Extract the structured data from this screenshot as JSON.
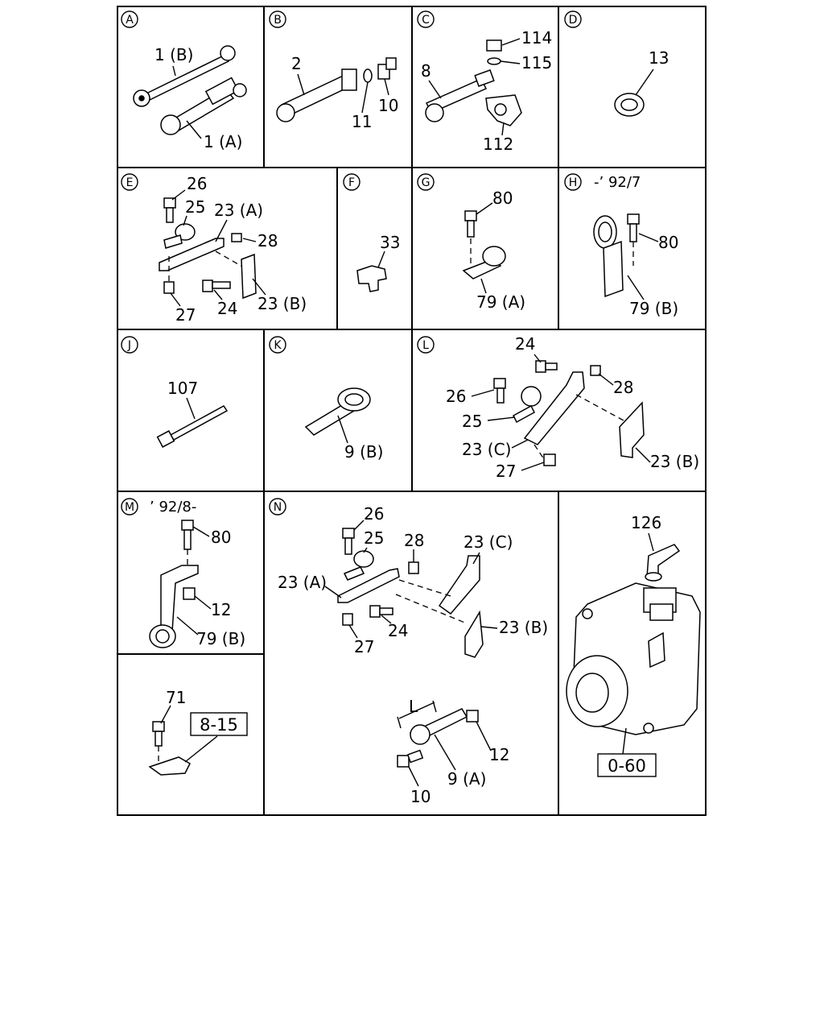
{
  "panels": {
    "A": {
      "letter": "A",
      "parts": [
        "1 (B)",
        "1 (A)"
      ]
    },
    "B": {
      "letter": "B",
      "parts": [
        "2",
        "11",
        "10"
      ]
    },
    "C": {
      "letter": "C",
      "parts": [
        "114",
        "115",
        "8",
        "112"
      ]
    },
    "D": {
      "letter": "D",
      "parts": [
        "13"
      ]
    },
    "E": {
      "letter": "E",
      "parts": [
        "26",
        "25",
        "23 (A)",
        "28",
        "27",
        "24",
        "23 (B)"
      ]
    },
    "F": {
      "letter": "F",
      "parts": [
        "33"
      ]
    },
    "G": {
      "letter": "G",
      "parts": [
        "80",
        "79 (A)"
      ]
    },
    "H": {
      "letter": "H",
      "note": "-’ 92/7",
      "parts": [
        "80",
        "79 (B)"
      ]
    },
    "J": {
      "letter": "J",
      "parts": [
        "107"
      ]
    },
    "K": {
      "letter": "K",
      "parts": [
        "9 (B)"
      ]
    },
    "L": {
      "letter": "L",
      "parts": [
        "24",
        "28",
        "26",
        "25",
        "23 (C)",
        "27",
        "23 (B)"
      ]
    },
    "M": {
      "letter": "M",
      "note": "’ 92/8-",
      "parts": [
        "80",
        "12",
        "79 (B)"
      ]
    },
    "N": {
      "letter": "N",
      "parts": [
        "26",
        "25",
        "28",
        "23 (C)",
        "23 (A)",
        "24",
        "23 (B)",
        "27",
        "L",
        "12",
        "9 (A)",
        "10"
      ]
    },
    "P": {
      "parts": [
        "71"
      ],
      "ref": "8-15"
    },
    "Q": {
      "parts": [
        "126"
      ],
      "ref": "0-60"
    }
  }
}
